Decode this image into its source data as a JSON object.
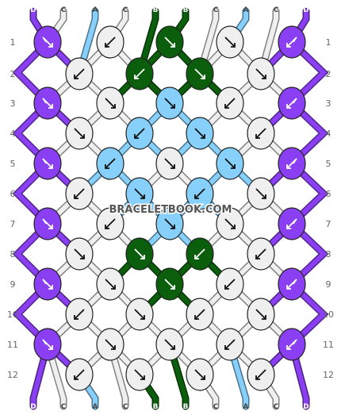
{
  "site": "BRACELETBOOK.COM",
  "colors": {
    "A": "#86d0fb",
    "B": "#0b5e0b",
    "C": "#efefef",
    "D": "#8a3ff2"
  },
  "ends": {
    "top": [
      "D",
      "C",
      "A",
      "C",
      "B",
      "B",
      "C",
      "A",
      "C",
      "D"
    ],
    "bottom": [
      "D",
      "C",
      "A",
      "C",
      "B",
      "B",
      "C",
      "A",
      "C",
      "D"
    ]
  },
  "rows": [
    {
      "label": "1",
      "knots": [
        {
          "c": "D",
          "d": "fb"
        },
        {
          "c": "C",
          "d": "b"
        },
        {
          "c": "B",
          "d": "f"
        },
        {
          "c": "C",
          "d": "f"
        },
        {
          "c": "D",
          "d": "bf"
        }
      ]
    },
    {
      "label": "2",
      "knots": [
        {
          "c": "C",
          "d": "b"
        },
        {
          "c": "B",
          "d": "b"
        },
        {
          "c": "B",
          "d": "f"
        },
        {
          "c": "C",
          "d": "f"
        }
      ]
    },
    {
      "label": "3",
      "knots": [
        {
          "c": "D",
          "d": "fb"
        },
        {
          "c": "C",
          "d": "f"
        },
        {
          "c": "A",
          "d": "f"
        },
        {
          "c": "C",
          "d": "b"
        },
        {
          "c": "D",
          "d": "bf"
        }
      ]
    },
    {
      "label": "4",
      "knots": [
        {
          "c": "C",
          "d": "f"
        },
        {
          "c": "A",
          "d": "b"
        },
        {
          "c": "A",
          "d": "f"
        },
        {
          "c": "C",
          "d": "b"
        }
      ]
    },
    {
      "label": "5",
      "knots": [
        {
          "c": "D",
          "d": "fb"
        },
        {
          "c": "A",
          "d": "b"
        },
        {
          "c": "C",
          "d": "f"
        },
        {
          "c": "A",
          "d": "f"
        },
        {
          "c": "D",
          "d": "bf"
        }
      ]
    },
    {
      "label": "6",
      "knots": [
        {
          "c": "C",
          "d": "b"
        },
        {
          "c": "A",
          "d": "f"
        },
        {
          "c": "A",
          "d": "b"
        },
        {
          "c": "C",
          "d": "f"
        }
      ]
    },
    {
      "label": "7",
      "knots": [
        {
          "c": "D",
          "d": "fb"
        },
        {
          "c": "C",
          "d": "b"
        },
        {
          "c": "A",
          "d": "f"
        },
        {
          "c": "C",
          "d": "f"
        },
        {
          "c": "D",
          "d": "bf"
        }
      ]
    },
    {
      "label": "8",
      "knots": [
        {
          "c": "C",
          "d": "f"
        },
        {
          "c": "B",
          "d": "f"
        },
        {
          "c": "B",
          "d": "b"
        },
        {
          "c": "C",
          "d": "b"
        }
      ]
    },
    {
      "label": "9",
      "knots": [
        {
          "c": "D",
          "d": "fb"
        },
        {
          "c": "C",
          "d": "f"
        },
        {
          "c": "B",
          "d": "f"
        },
        {
          "c": "C",
          "d": "b"
        },
        {
          "c": "D",
          "d": "bf"
        }
      ]
    },
    {
      "label": "10",
      "knots": [
        {
          "c": "C",
          "d": "b"
        },
        {
          "c": "C",
          "d": "f"
        },
        {
          "c": "C",
          "d": "b"
        },
        {
          "c": "C",
          "d": "f"
        }
      ]
    },
    {
      "label": "11",
      "knots": [
        {
          "c": "D",
          "d": "fb"
        },
        {
          "c": "C",
          "d": "f"
        },
        {
          "c": "C",
          "d": "f"
        },
        {
          "c": "C",
          "d": "b"
        },
        {
          "c": "D",
          "d": "bf"
        }
      ]
    },
    {
      "label": "12",
      "knots": [
        {
          "c": "C",
          "d": "b"
        },
        {
          "c": "C",
          "d": "f"
        },
        {
          "c": "C",
          "d": "f"
        },
        {
          "c": "C",
          "d": "b"
        }
      ]
    }
  ]
}
